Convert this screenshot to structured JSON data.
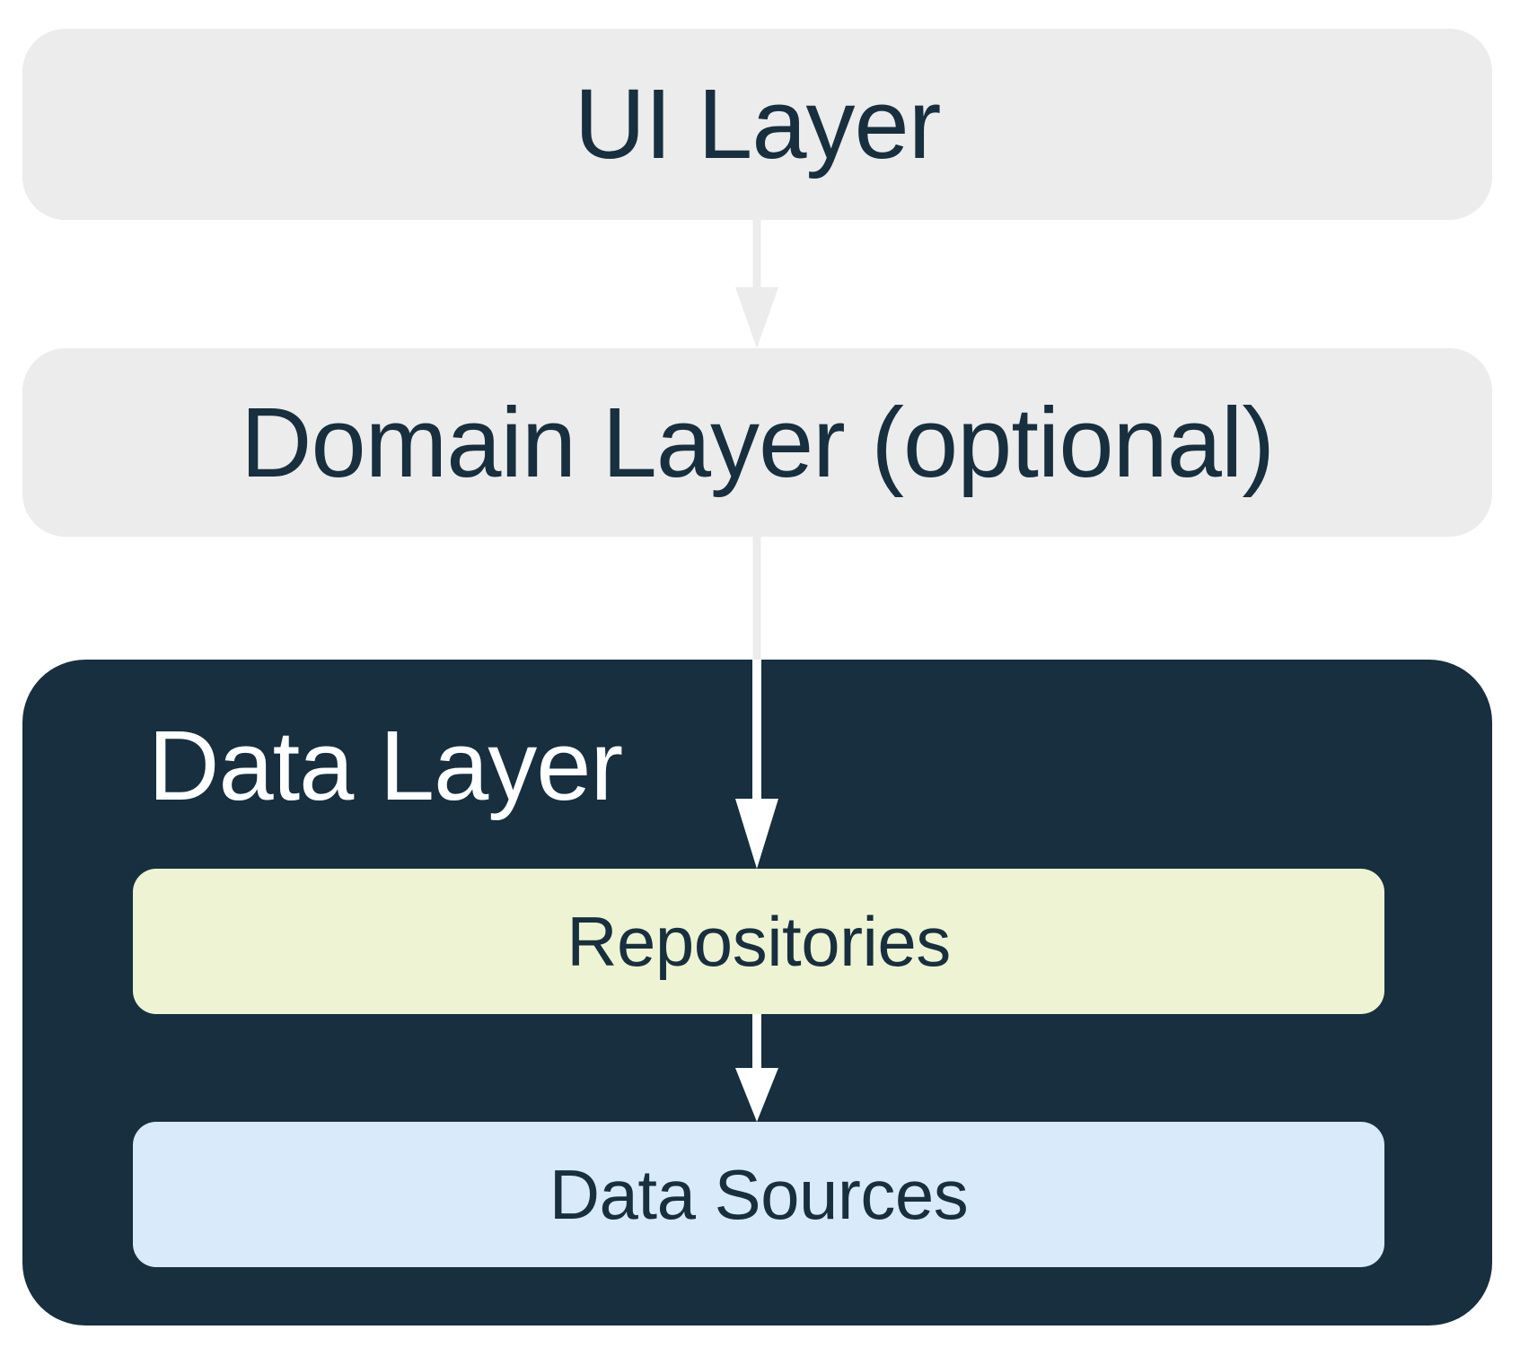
{
  "diagram": {
    "ui_layer": {
      "label": "UI Layer"
    },
    "domain_layer": {
      "label": "Domain Layer (optional)"
    },
    "data_layer": {
      "label": "Data Layer",
      "repositories": {
        "label": "Repositories"
      },
      "data_sources": {
        "label": "Data Sources"
      }
    },
    "arrows": {
      "ui_to_domain": {
        "from": "UI Layer",
        "to": "Domain Layer (optional)",
        "direction": "down",
        "color": "#ECECEC"
      },
      "domain_to_repositories": {
        "from": "Domain Layer (optional)",
        "to": "Repositories",
        "direction": "down",
        "color_over_white": "#ECECEC",
        "color_over_navy": "#FFFFFF"
      },
      "repositories_to_data_sources": {
        "from": "Repositories",
        "to": "Data Sources",
        "direction": "down",
        "color": "#FFFFFF"
      }
    },
    "colors": {
      "background": "#FFFFFF",
      "layer_box_gray": "#ECECEC",
      "data_layer_navy": "#172F3F",
      "repositories_green": "#EEF4D3",
      "data_sources_blue": "#D9EAFB",
      "text_navy": "#172F3F",
      "text_white": "#FFFFFF"
    }
  }
}
